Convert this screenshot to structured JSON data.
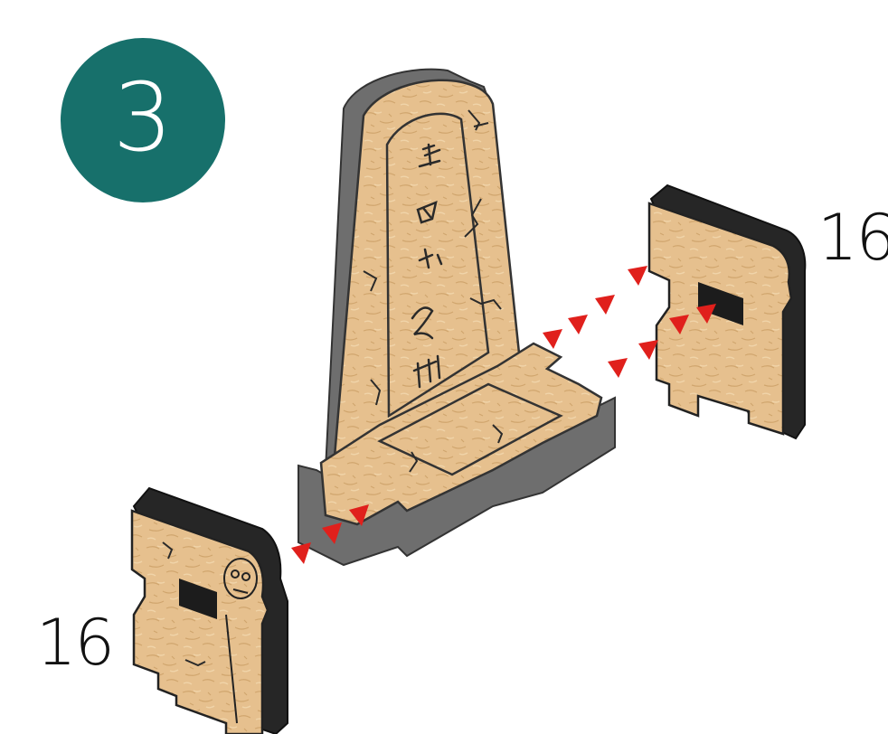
{
  "step": {
    "number": "3"
  },
  "parts": {
    "right_piece": {
      "quantity": "16"
    },
    "left_piece": {
      "quantity": "16"
    }
  },
  "colors": {
    "badge": "#17706b",
    "wood": "#e6c08e",
    "edge": "#2a2a2a",
    "arrow": "#e0201c"
  }
}
